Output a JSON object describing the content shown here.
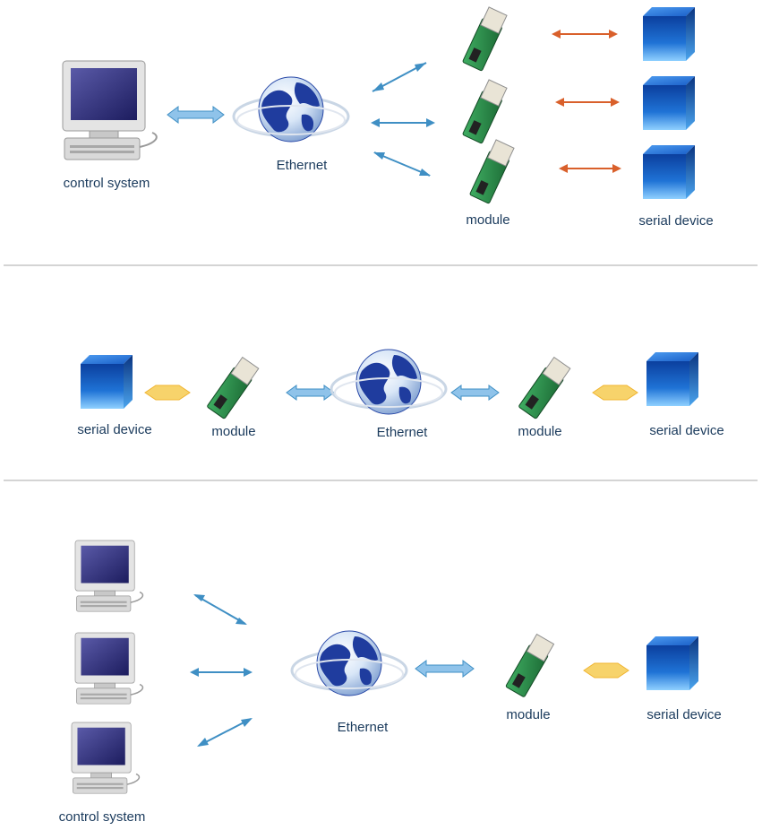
{
  "labels": {
    "control_system": "control system",
    "ethernet": "Ethernet",
    "module": "module",
    "serial_device": "serial device"
  },
  "colors": {
    "arrow_blue": "#3f8fc4",
    "arrow_orange": "#d9602b",
    "link_yellow": "#f0b431",
    "cube_blue": "#1f6fd1",
    "board_green": "#2c8a4a",
    "divider": "#d4d4d4"
  },
  "icons": [
    "computer-icon",
    "globe-icon",
    "module-icon",
    "serial-device-icon"
  ]
}
